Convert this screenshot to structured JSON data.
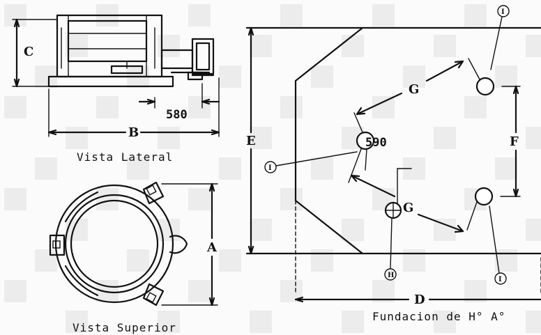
{
  "labels": {
    "C": "C",
    "B": "B",
    "dim_580": "580",
    "dim_590": "590",
    "E": "E",
    "F": "F",
    "G_top": "G",
    "G_mid": "G",
    "A": "A",
    "D": "D"
  },
  "captions": {
    "side_view": "Vista Lateral",
    "top_view": "Vista Superior",
    "foundation": "Fundacion de H° A°"
  },
  "bubbles": {
    "I": "I",
    "H": "H"
  },
  "colors": {
    "line": "#111111",
    "background": "#ffffff",
    "watermark": "#ececec"
  }
}
